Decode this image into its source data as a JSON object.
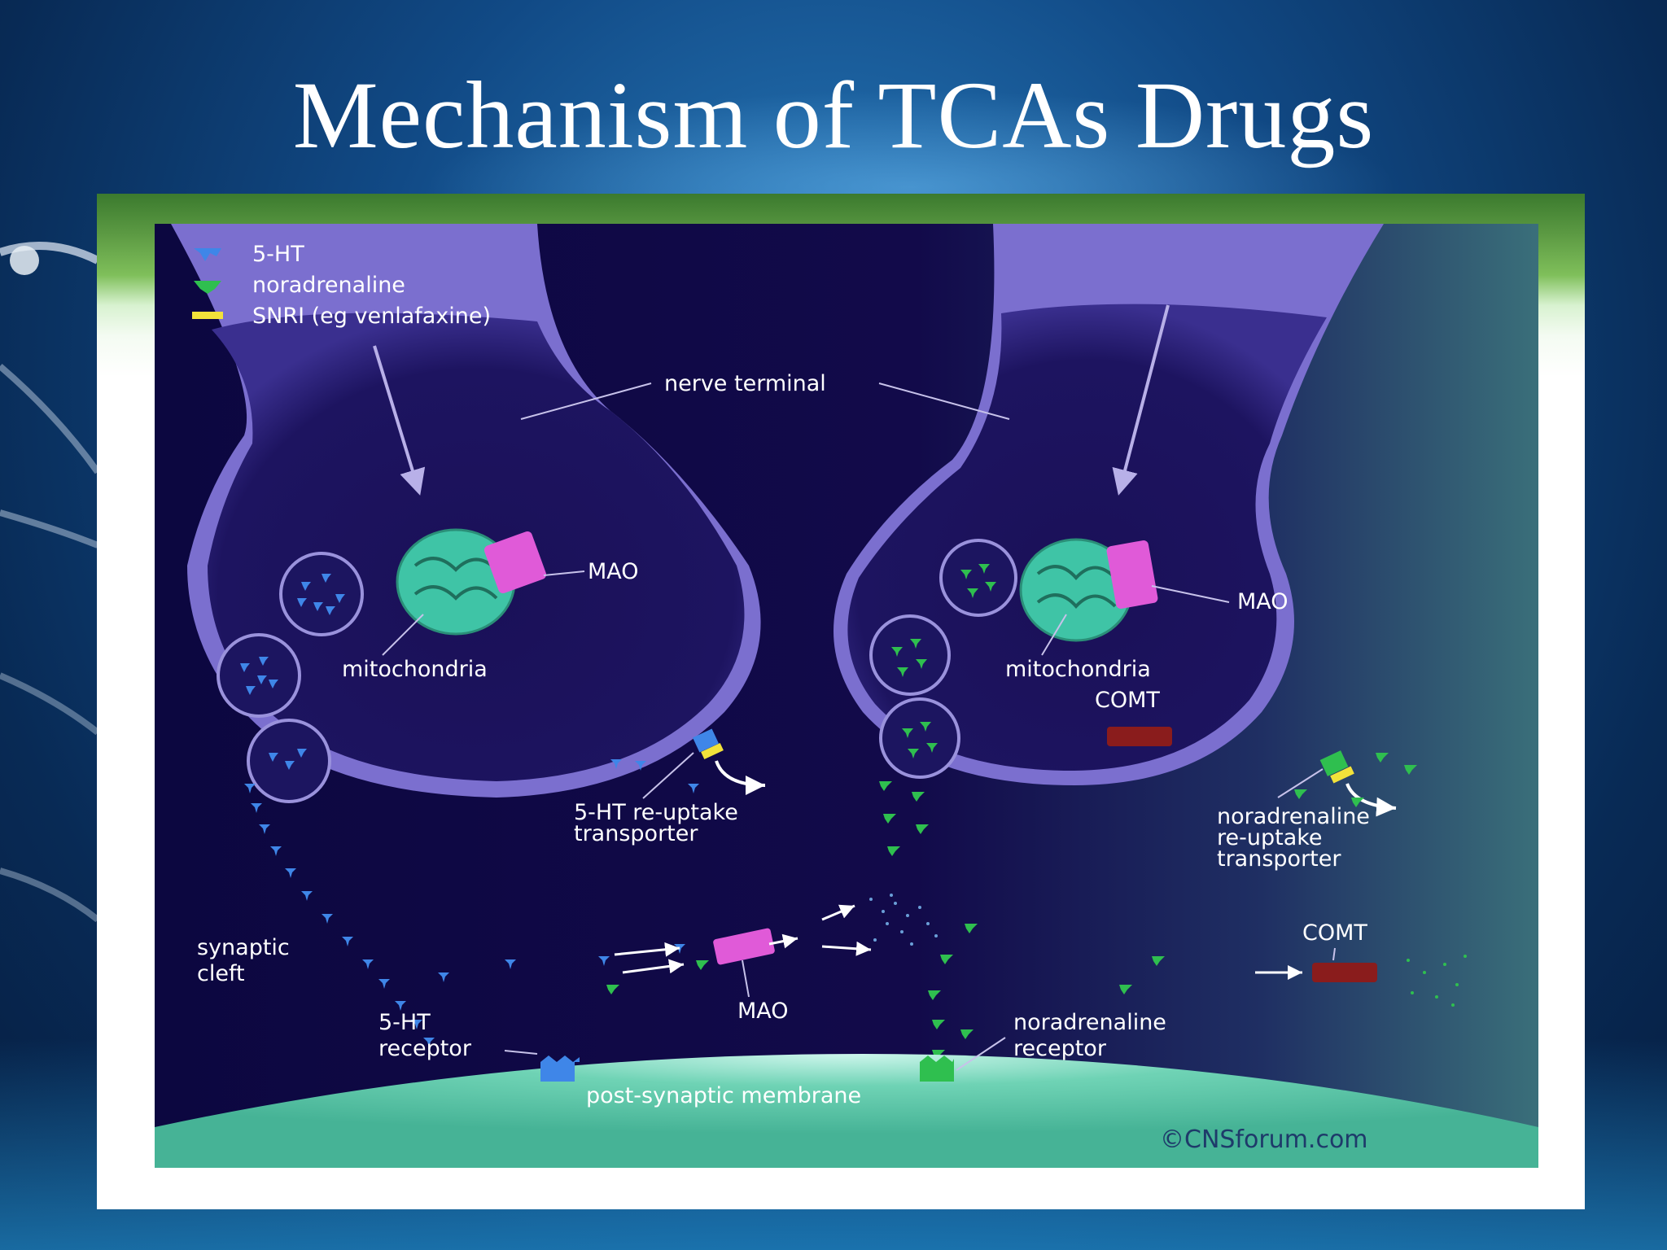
{
  "slide": {
    "title": "Mechanism of TCAs Drugs"
  },
  "legend": [
    {
      "label": "5-HT",
      "color": "#3f86e8"
    },
    {
      "label": "noradrenaline",
      "color": "#2fbf4f"
    },
    {
      "label": "SNRI (eg venlafaxine)",
      "color": "#f2e23a"
    }
  ],
  "labels": {
    "nerve_terminal": "nerve terminal",
    "mao_left": "MAO",
    "mao_right": "MAO",
    "mao_cleft": "MAO",
    "mitochondria_left": "mitochondria",
    "mitochondria_right": "mitochondria",
    "comt_terminal": "COMT",
    "comt_cleft": "COMT",
    "ht_transporter_line1": "5-HT re-uptake",
    "ht_transporter_line2": "transporter",
    "na_transporter_line1": "noradrenaline",
    "na_transporter_line2": "re-uptake",
    "na_transporter_line3": "transporter",
    "synaptic_cleft_line1": "synaptic",
    "synaptic_cleft_line2": "cleft",
    "ht_receptor_line1": "5-HT",
    "ht_receptor_line2": "receptor",
    "na_receptor_line1": "noradrenaline",
    "na_receptor_line2": "receptor",
    "postsynaptic_membrane": "post-synaptic membrane",
    "watermark": "©CNSforum.com"
  },
  "colors": {
    "background_dark": "#0d0840",
    "nerve_fill": "#7b6fcf",
    "mitochondria": "#3fc4a6",
    "mao": "#e05ad8",
    "comt": "#8a1c1c",
    "membrane": "#6fd3b5",
    "serotonin": "#3f86e8",
    "noradrenaline": "#2fbf4f",
    "snri": "#f2e23a"
  }
}
